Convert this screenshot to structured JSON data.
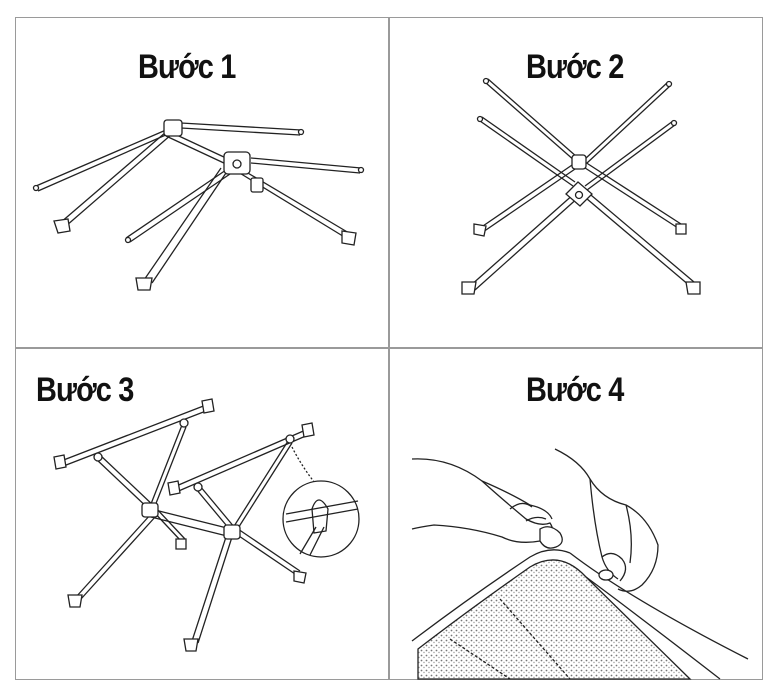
{
  "steps": [
    {
      "label": "Bước 1",
      "illustration": "frame-unfolded-icon"
    },
    {
      "label": "Bước 2",
      "illustration": "frame-spread-icon"
    },
    {
      "label": "Bước 3",
      "illustration": "frame-assembled-icon"
    },
    {
      "label": "Bước 4",
      "illustration": "fabric-attach-icon"
    }
  ]
}
